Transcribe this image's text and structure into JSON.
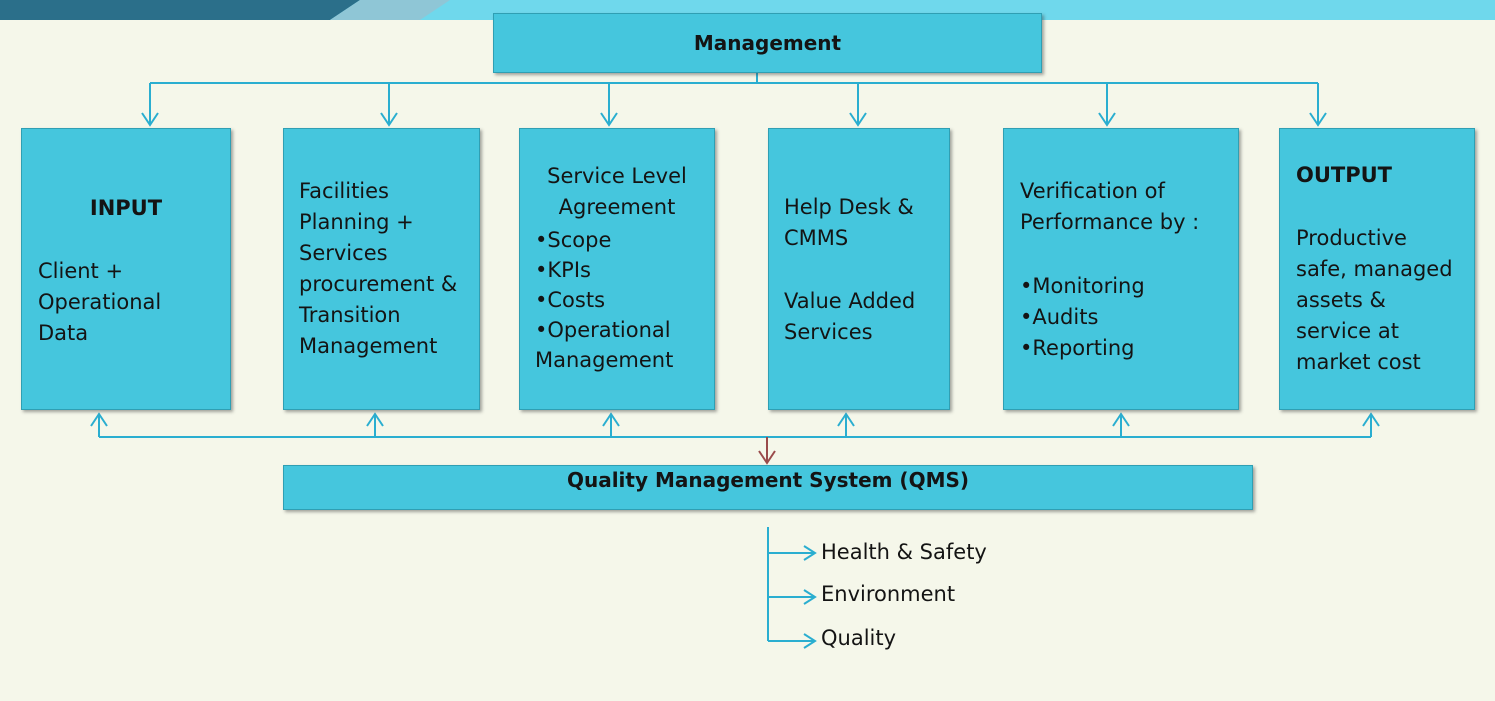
{
  "top": {
    "label": "Management"
  },
  "boxes": {
    "input": {
      "title": "INPUT",
      "lines": [
        "Client +",
        "Operational",
        "Data"
      ]
    },
    "facilities": {
      "lines": [
        "Facilities",
        "Planning +",
        "Services",
        "procurement &",
        "Transition",
        "Management"
      ]
    },
    "sla": {
      "heading": [
        "Service Level",
        "Agreement"
      ],
      "bullets": [
        "•Scope",
        "•KPIs",
        "•Costs",
        "•Operational",
        "Management"
      ]
    },
    "helpdesk": {
      "lines": [
        "Help Desk &",
        "CMMS"
      ],
      "lines2": [
        "Value Added",
        "Services"
      ]
    },
    "verification": {
      "heading": [
        "Verification of",
        "Performance by :"
      ],
      "bullets": [
        "•Monitoring",
        "•Audits",
        "•Reporting"
      ]
    },
    "output": {
      "title": "OUTPUT",
      "lines": [
        "Productive",
        "safe, managed",
        "assets &",
        "service at",
        "market cost"
      ]
    }
  },
  "qms": {
    "label": "Quality Management System (QMS)",
    "items": [
      "Health & Safety",
      "Environment",
      "Quality"
    ]
  },
  "colors": {
    "box": "#45c6dd",
    "connector": "#2aaed0",
    "accent_arrow": "#9a4b4b",
    "background": "#f5f7ea"
  }
}
